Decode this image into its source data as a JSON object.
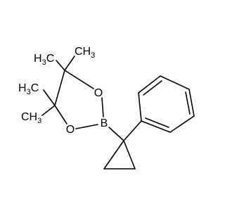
{
  "molecule": {
    "atoms": {
      "oxygen_1": "O",
      "oxygen_2": "O",
      "boron": "B"
    },
    "methyls": [
      {
        "main": "H",
        "sub": "3",
        "tail": "C"
      },
      {
        "main": "CH",
        "sub": "3",
        "tail": ""
      },
      {
        "main": "H",
        "sub": "3",
        "tail": "C"
      },
      {
        "main": "CH",
        "sub": "3",
        "tail": ""
      }
    ]
  }
}
